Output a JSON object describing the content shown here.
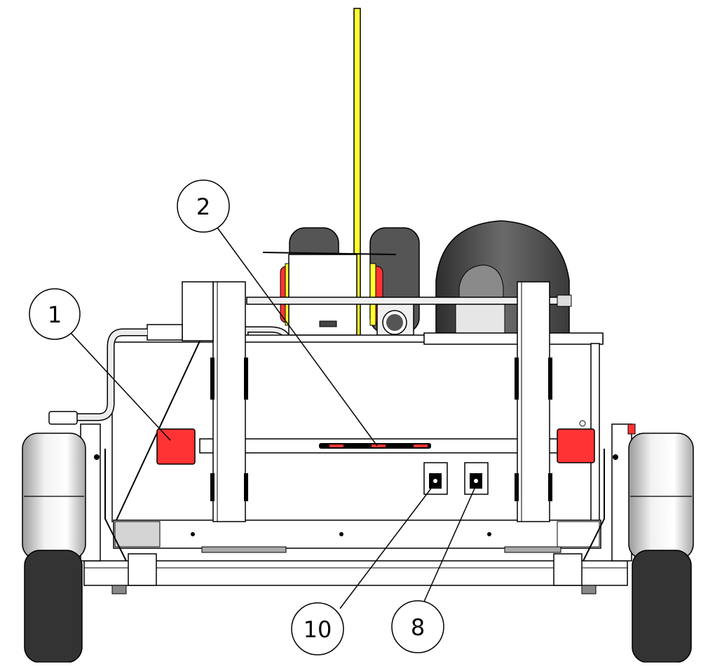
{
  "callouts": {
    "c1": "1",
    "c2": "2",
    "c8": "8",
    "c10": "10"
  },
  "colors": {
    "light_red": "#ff3333",
    "mast_yellow": "#ffff33",
    "tire_dark": "#333333",
    "tire_gray": "#555555",
    "frame_fill": "#f7f7f7",
    "line": "#000000"
  }
}
